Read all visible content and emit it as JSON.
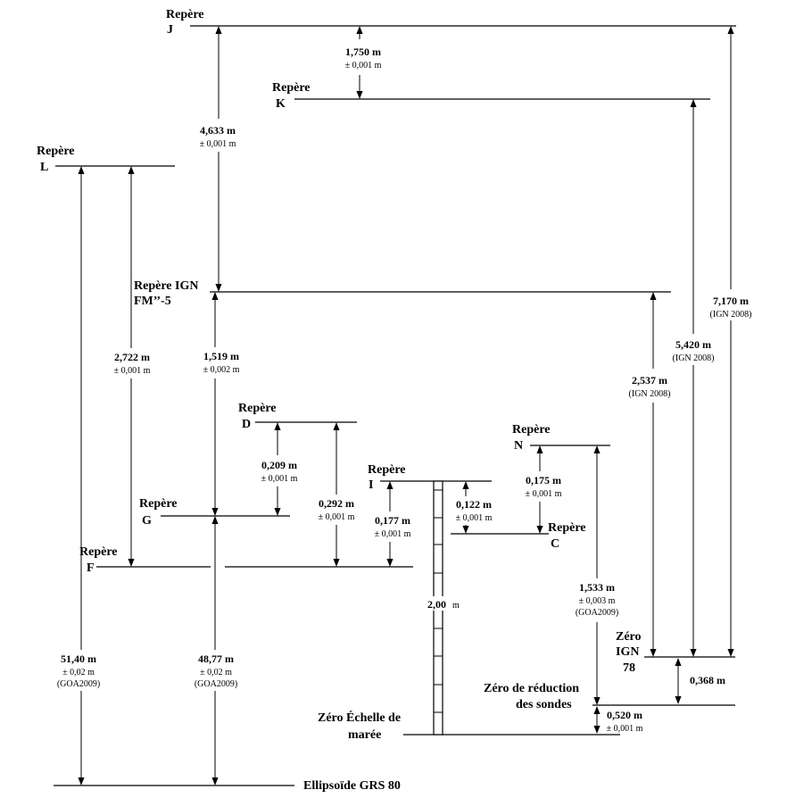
{
  "benchmarks": {
    "J": {
      "word": "Repère",
      "letter": "J"
    },
    "K": {
      "word": "Repère",
      "letter": "K"
    },
    "L": {
      "word": "Repère",
      "letter": "L"
    },
    "IGN": {
      "line1": "Repère IGN",
      "line2": "FM’’-5"
    },
    "D": {
      "word": "Repère",
      "letter": "D"
    },
    "G": {
      "word": "Repère",
      "letter": "G"
    },
    "F": {
      "word": "Repère",
      "letter": "F"
    },
    "I": {
      "word": "Repère",
      "letter": "I"
    },
    "N": {
      "word": "Repère",
      "letter": "N"
    },
    "C": {
      "word": "Repère",
      "letter": "C"
    }
  },
  "references": {
    "zero_ign": {
      "line1": "Zéro",
      "line2": "IGN",
      "line3": "78"
    },
    "zero_reduction": {
      "line1": "Zéro de réduction",
      "line2": "des sondes"
    },
    "zero_echelle": {
      "line1": "Zéro Échelle de",
      "line2": "marée"
    },
    "ellipsoid": "Ellipsoïde GRS 80"
  },
  "measurements": {
    "jk": {
      "value": "1,750 m",
      "precision": "± 0,001 m"
    },
    "j_ign": {
      "value": "4,633 m",
      "precision": "± 0,001 m"
    },
    "l_f": {
      "value": "2,722 m",
      "precision": "± 0,001 m"
    },
    "ign_g": {
      "value": "1,519 m",
      "precision": "± 0,002 m"
    },
    "d_g": {
      "value": "0,209 m",
      "precision": "± 0,001 m"
    },
    "d_f": {
      "value": "0,292 m",
      "precision": "± 0,001 m"
    },
    "i_f": {
      "value": "0,177 m",
      "precision": "± 0,001 m"
    },
    "i_c": {
      "value": "0,122 m",
      "precision": "± 0,001 m"
    },
    "n_c": {
      "value": "0,175 m",
      "precision": "± 0,001 m"
    },
    "n_zr": {
      "value": "1,533 m",
      "precision": "± 0,003 m",
      "source": "(GOA2009)"
    },
    "ign_zero": {
      "value": "2,537 m",
      "source": "(IGN 2008)"
    },
    "k_zero": {
      "value": "5,420 m",
      "source": "(IGN 2008)"
    },
    "j_zero": {
      "value": "7,170 m",
      "source": "(IGN 2008)"
    },
    "zero_zr": {
      "value": "0,368 m"
    },
    "zr_ze": {
      "value": "0,520 m",
      "precision": "± 0,001 m"
    },
    "l_ell": {
      "value": "51,40 m",
      "precision": "± 0,02 m",
      "source": "(GOA2009)"
    },
    "g_ell": {
      "value": "48,77 m",
      "precision": "± 0,02 m",
      "source": "(GOA2009)"
    },
    "staff": {
      "value": "2,00",
      "unit": "m"
    }
  }
}
